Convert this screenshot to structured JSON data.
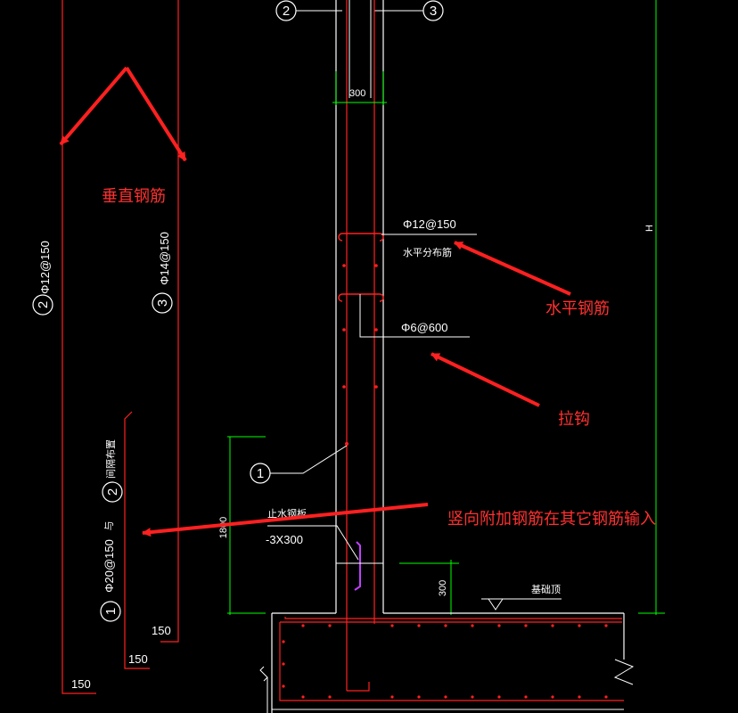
{
  "colors": {
    "background": "#000000",
    "rebar": "#ff2020",
    "concrete": "#ffffff",
    "dimension": "#00ff00",
    "annotation": "#ff3030",
    "waterstop": "#c040ff"
  },
  "grid": {
    "axis_left": "2",
    "axis_right": "3"
  },
  "vertical_bars": {
    "bar2_label": "Φ12@150",
    "bar2_no": "2",
    "bar3_label": "Φ14@150",
    "bar3_no": "3",
    "bar1_label": "Φ20@150",
    "bar1_no": "1",
    "bar_join": "与",
    "bar_join_no": "2",
    "bar_note": "间隔布置",
    "hook_a": "150",
    "hook_b": "150",
    "hook_c": "150"
  },
  "section": {
    "wall_thickness": "300",
    "horizontal_bar": "Φ12@150",
    "horizontal_bar_note": "水平分布筋",
    "tie_bar": "Φ6@600",
    "callout_no": "1",
    "waterstop_title": "止水钢板",
    "waterstop_spec": "-3X300",
    "dim_1800": "1800",
    "dim_300": "300",
    "foundation_top": "基础顶",
    "height": "H"
  },
  "annotations": {
    "vertical": "垂直钢筋",
    "horizontal": "水平钢筋",
    "tie": "拉钩",
    "additional": "竖向附加钢筋在其它钢筋输入"
  }
}
